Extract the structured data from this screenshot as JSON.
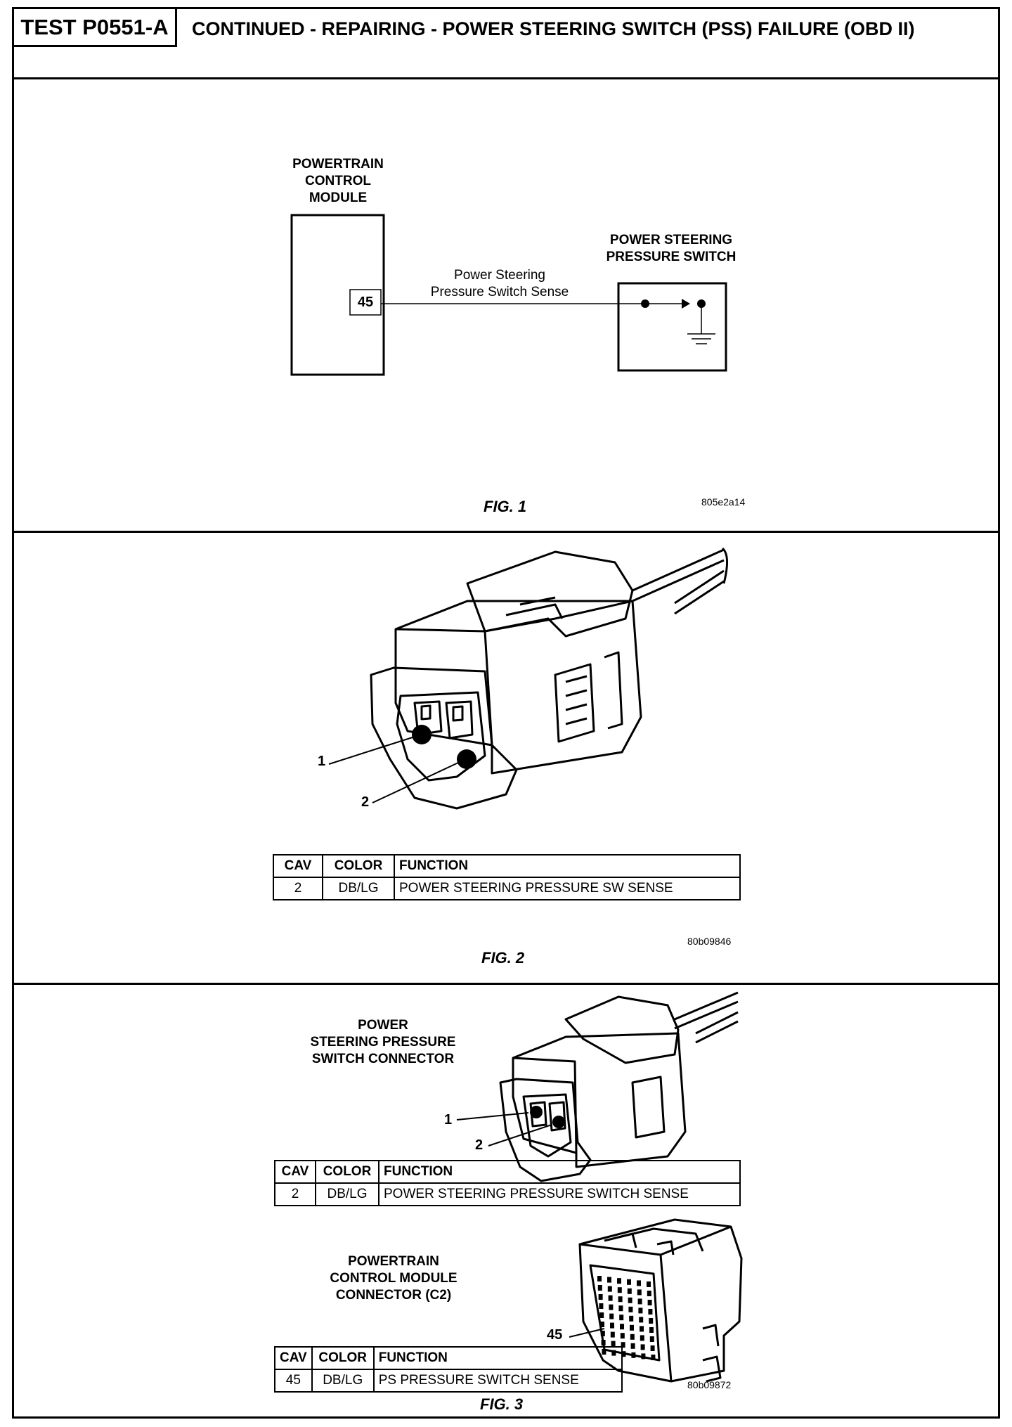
{
  "header": {
    "test_id": "TEST P0551-A",
    "title": "CONTINUED - REPAIRING - POWER STEERING SWITCH (PSS) FAILURE (OBD II)"
  },
  "fig1": {
    "pcm_label_lines": [
      "POWERTRAIN",
      "CONTROL",
      "MODULE"
    ],
    "pin": "45",
    "wire_label_lines": [
      "Power Steering",
      "Pressure Switch Sense"
    ],
    "switch_label_lines": [
      "POWER STEERING",
      "PRESSURE SWITCH"
    ],
    "caption": "FIG. 1",
    "code": "805e2a14"
  },
  "fig2": {
    "callout_1": "1",
    "callout_2": "2",
    "table": {
      "headers": [
        "CAV",
        "COLOR",
        "FUNCTION"
      ],
      "rows": [
        [
          "2",
          "DB/LG",
          "POWER STEERING PRESSURE SW SENSE"
        ]
      ]
    },
    "code": "80b09846",
    "caption": "FIG. 2"
  },
  "fig3": {
    "switch_connector_lines": [
      "POWER",
      "STEERING PRESSURE",
      "SWITCH CONNECTOR"
    ],
    "callout_1": "1",
    "callout_2": "2",
    "table_a": {
      "headers": [
        "CAV",
        "COLOR",
        "FUNCTION"
      ],
      "rows": [
        [
          "2",
          "DB/LG",
          "POWER STEERING PRESSURE SWITCH SENSE"
        ]
      ]
    },
    "pcm_connector_lines": [
      "POWERTRAIN",
      "CONTROL MODULE",
      "CONNECTOR (C2)"
    ],
    "callout_45": "45",
    "table_b": {
      "headers": [
        "CAV",
        "COLOR",
        "FUNCTION"
      ],
      "rows": [
        [
          "45",
          "DB/LG",
          "PS PRESSURE SWITCH SENSE"
        ]
      ]
    },
    "code": "80b09872",
    "caption": "FIG. 3"
  }
}
